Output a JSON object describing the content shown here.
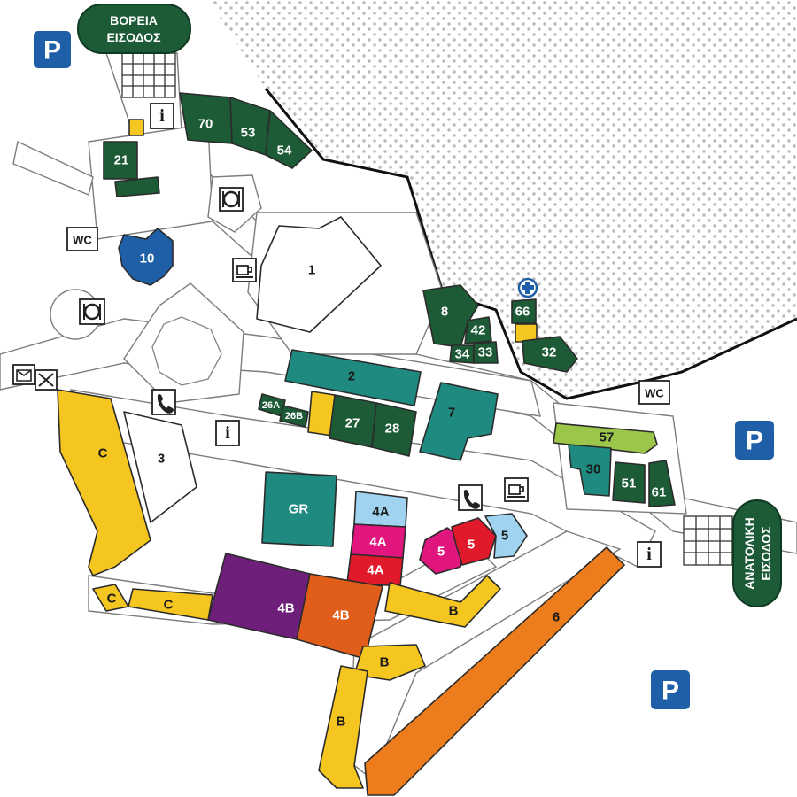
{
  "colors": {
    "dark_green": "#1d5a36",
    "teal": "#1e8a80",
    "yellow": "#f5c520",
    "orange": "#ec7c1c",
    "burnt_orange": "#e05d1a",
    "purple": "#6e1f7a",
    "magenta": "#e0157e",
    "red": "#e0192b",
    "light_blue": "#9fd3f0",
    "blue": "#1f5fa8",
    "lime": "#9bc64a",
    "entrance_green": "#1d5a36",
    "parking_blue": "#1f5fa8"
  },
  "entrances": {
    "north": [
      "ΒΟΡΕΙΑ",
      "ΕΙΣΟΔΟΣ"
    ],
    "east": [
      "ΑΝΑΤΟΛΙΚΗ",
      "ΕΙΣΟΔΟΣ"
    ]
  },
  "parking": {
    "label": "P"
  },
  "wc": {
    "label": "WC"
  },
  "info": {
    "label": "i"
  },
  "buildings": {
    "b1": "1",
    "b2": "2",
    "b3": "3",
    "b4a1": "4A",
    "b4a2": "4A",
    "b4a3": "4A",
    "b4b1": "4B",
    "b4b2": "4B",
    "b5a": "5",
    "b5b": "5",
    "b5c": "5",
    "b6": "6",
    "b7": "7",
    "b8": "8",
    "b10": "10",
    "b21": "21",
    "b26a": "26A",
    "b26b": "26B",
    "b27": "27",
    "b28": "28",
    "b30": "30",
    "b32": "32",
    "b33": "33",
    "b34": "34",
    "b42": "42",
    "b51": "51",
    "b53": "53",
    "b54": "54",
    "b57": "57",
    "b61": "61",
    "b66": "66",
    "b70": "70",
    "gr": "GR",
    "c1": "C",
    "c2": "C",
    "c3": "C",
    "bb1": "B",
    "bb2": "B",
    "bb3": "B"
  },
  "icons": [
    "info-icon",
    "restaurant-icon",
    "cafe-icon",
    "telephone-icon",
    "wc-icon",
    "first-aid-icon",
    "mail-icon",
    "parking-icon"
  ]
}
